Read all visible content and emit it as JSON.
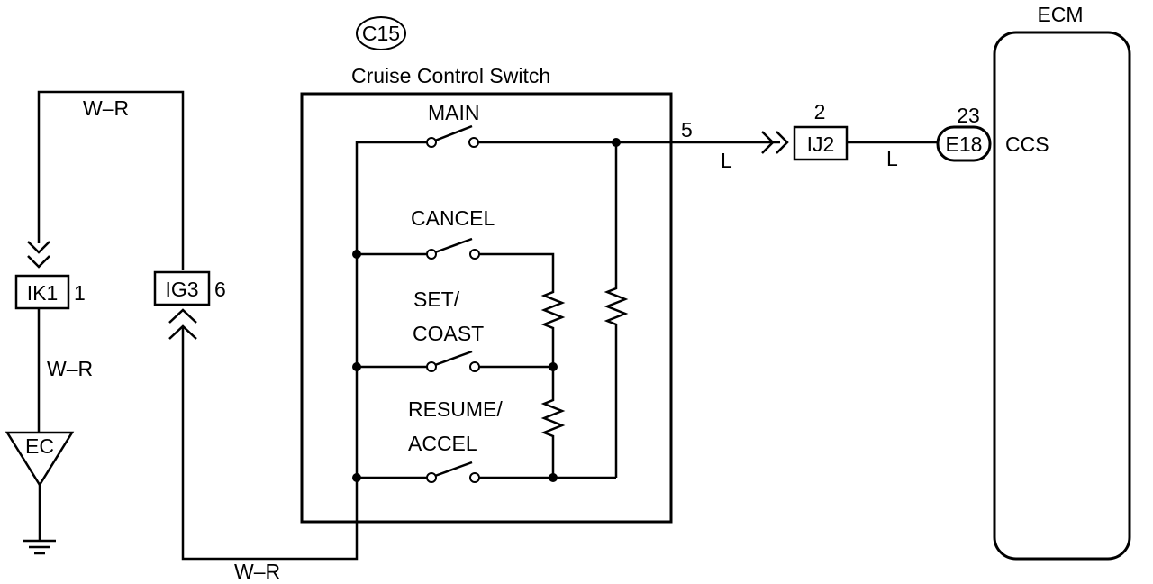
{
  "colors": {
    "ink": "#000000",
    "paper": "#ffffff"
  },
  "ground_icon": "ground-symbol",
  "resistor_icon": "zigzag-resistor",
  "switch_icon": "open-switch",
  "switch_component": {
    "code": "C15",
    "name": "Cruise Control Switch",
    "switches": {
      "main": "MAIN",
      "cancel": "CANCEL",
      "set_line1": "SET/",
      "set_line2": "COAST",
      "resume_line1": "RESUME/",
      "resume_line2": "ACCEL"
    },
    "output_pin": "5"
  },
  "ecm": {
    "label": "ECM",
    "terminal": "CCS"
  },
  "connectors": {
    "ik1": {
      "code": "IK1",
      "pin": "1"
    },
    "ig3": {
      "code": "IG3",
      "pin": "6"
    },
    "ij2": {
      "code": "IJ2",
      "pin": "2"
    },
    "e18": {
      "code": "E18",
      "pin": "23"
    }
  },
  "ground_point": {
    "code": "EC"
  },
  "wires": {
    "top_left": "W–R",
    "left_mid": "W–R",
    "bottom": "W–R",
    "signal_a": "L",
    "signal_b": "L"
  }
}
